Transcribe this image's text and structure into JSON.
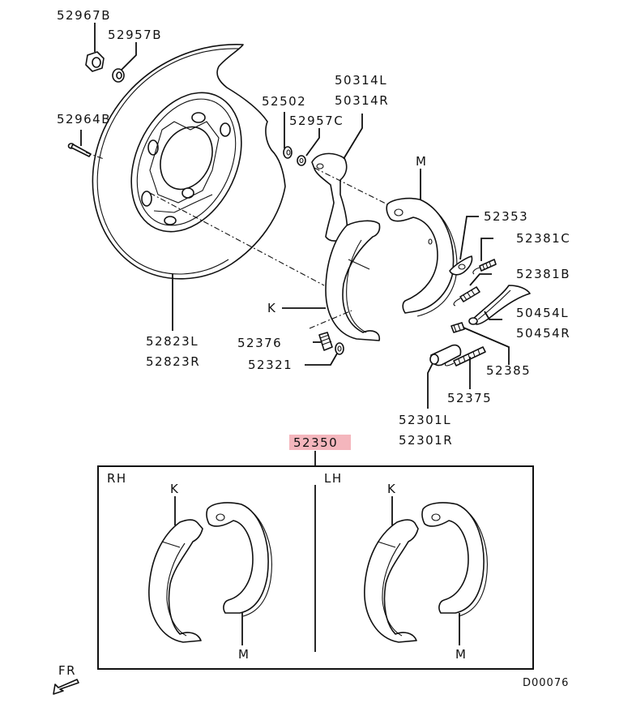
{
  "diagram": {
    "title_ref": "D00076",
    "direction_indicator": "FR",
    "highlight_color": "#f4b6bd",
    "line_color": "#111111",
    "parts": {
      "nut": "52967B",
      "washer_b": "52957B",
      "bolt": "52964B",
      "backing_plate_l": "52823L",
      "backing_plate_r": "52823R",
      "pin_52502": "52502",
      "washer_c": "52957C",
      "lever_l": "50314L",
      "lever_r": "50314R",
      "shoe_m": "M",
      "shoe_k": "K",
      "anchor_plate": "52353",
      "spring_c": "52381C",
      "spring_b": "52381B",
      "strut_l": "50454L",
      "strut_r": "50454R",
      "hold_spring": "52376",
      "hold_cup": "52321",
      "adjuster_spring_small": "52385",
      "adjuster_spring": "52375",
      "adjuster_l": "52301L",
      "adjuster_r": "52301R"
    },
    "kit": {
      "part_number": "52350",
      "left_panel_label": "RH",
      "right_panel_label": "LH",
      "rh_shoe_k": "K",
      "rh_shoe_m": "M",
      "lh_shoe_k": "K",
      "lh_shoe_m": "M"
    }
  }
}
